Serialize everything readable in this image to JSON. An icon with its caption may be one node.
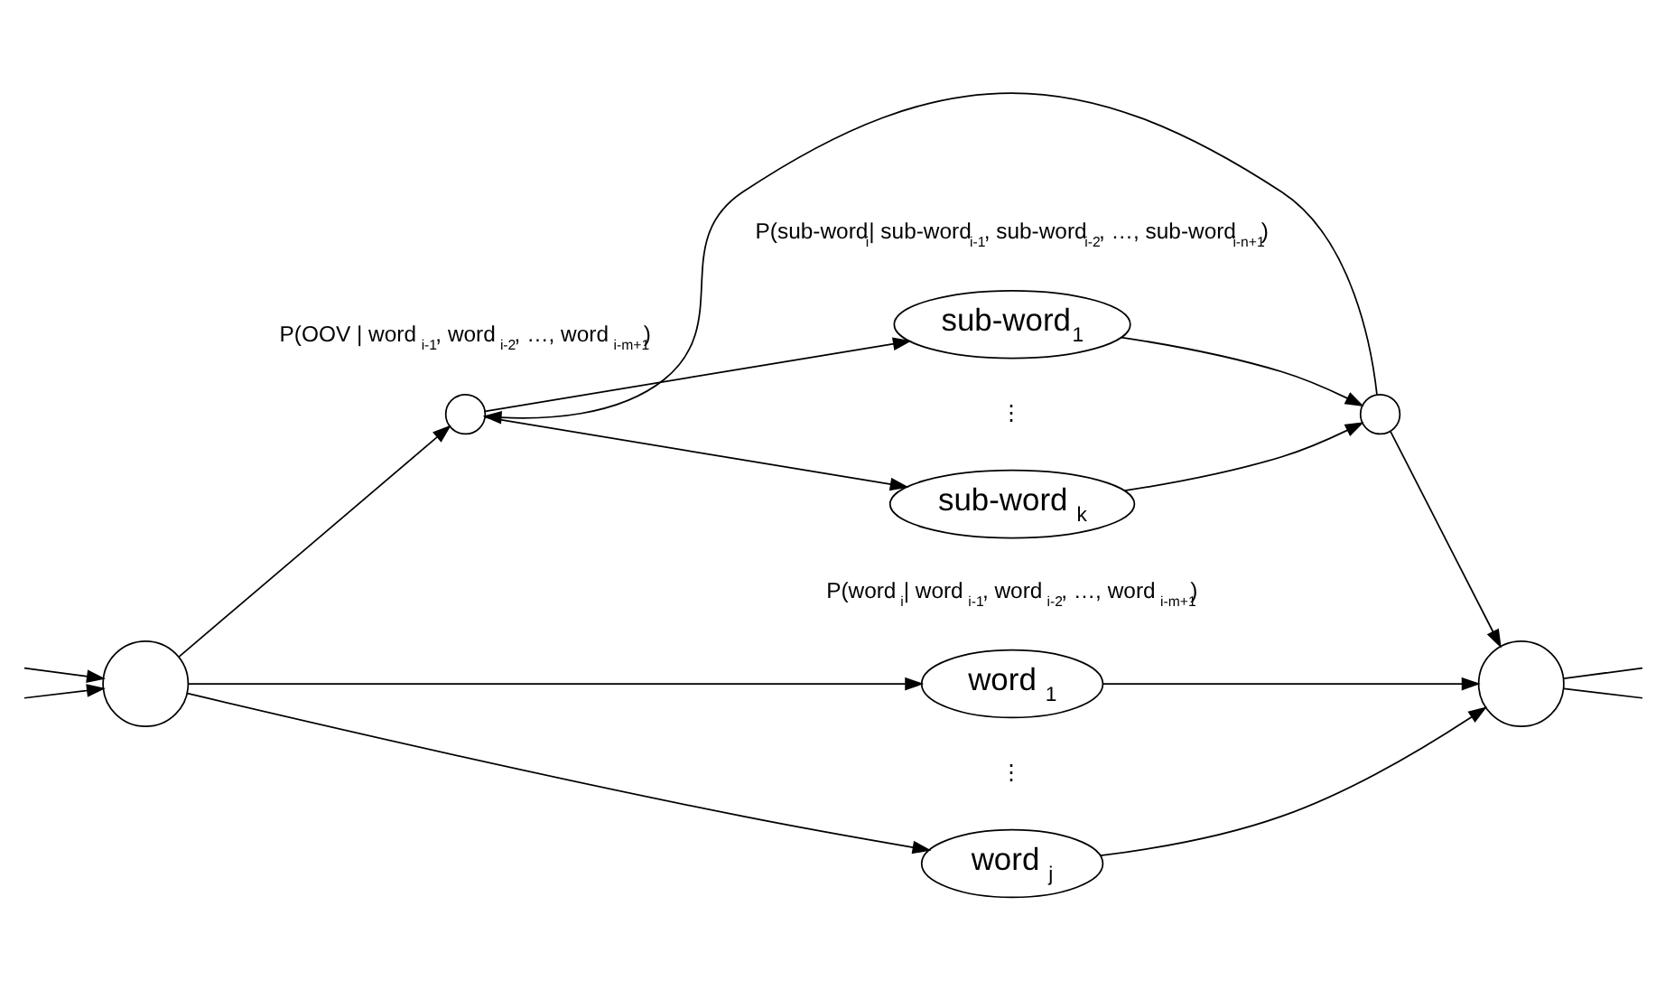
{
  "diagram": {
    "nodes": [
      {
        "text": [],
        "shape": "circle"
      },
      {
        "text": [
          "sub-word$_{1}$"
        ]
      },
      {
        "text": [
          "sub-word $_{k}$"
        ]
      },
      {
        "text": [],
        "shape": "circle"
      },
      {
        "text": [],
        "shape": "circle"
      },
      {
        "text": [
          "word $_{1}$"
        ]
      },
      {
        "text": [
          "word $_{j}$"
        ]
      },
      {
        "text": [],
        "shape": "circle"
      }
    ],
    "edges": [
      {
        "from": null,
        "to": 4,
        "arrow": "to"
      },
      {
        "from": null,
        "to": 4,
        "arrow": "to"
      },
      {
        "from": 4,
        "to": 0,
        "arrow": "to"
      },
      {
        "from": 0,
        "to": 1,
        "arrow": "to"
      },
      {
        "from": 0,
        "to": 2,
        "arrow": "to"
      },
      {
        "from": 1,
        "to": 3,
        "arrow": "to"
      },
      {
        "from": 2,
        "to": 3,
        "arrow": "to"
      },
      {
        "from": 3,
        "to": 0,
        "arrow": "to"
      },
      {
        "from": 3,
        "to": 7,
        "arrow": "to"
      },
      {
        "from": 4,
        "to": 5,
        "arrow": "to"
      },
      {
        "from": 4,
        "to": 6,
        "arrow": "to"
      },
      {
        "from": 5,
        "to": 7,
        "arrow": "to"
      },
      {
        "from": 6,
        "to": 7,
        "arrow": "to"
      },
      {
        "from": 7,
        "to": null,
        "arrow": "none"
      },
      {
        "from": 7,
        "to": null,
        "arrow": "none"
      }
    ],
    "labels": [
      "P(sub-word$_{i}$| sub-word$_{i-1}$, sub-word$_{i-2}$, …, sub-word$_{i-n+1}$)",
      "P(OOV | word $_{i-1}$, word $_{i-2}$, …, word $_{i-m+1}$)",
      "⋮",
      "P(word $_{i}$| word $_{i-1}$, word $_{i-2}$, …, word $_{i-m+1}$)",
      "⋮"
    ]
  }
}
